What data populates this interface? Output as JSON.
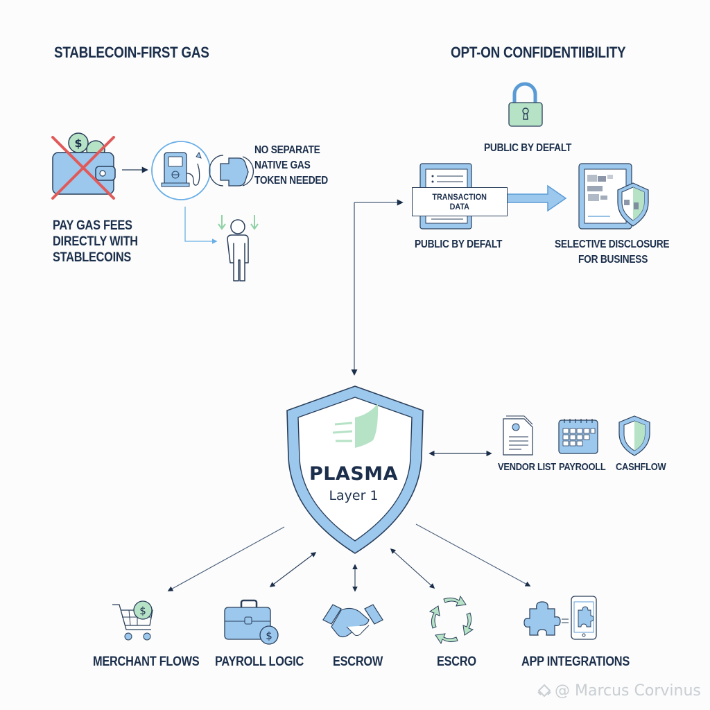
{
  "colors": {
    "navy": "#1b2e4b",
    "blue_fill": "#9cc8ee",
    "blue_stroke": "#5b9bd5",
    "green_fill": "#b6e2c6",
    "red_cross": "#e05a5a",
    "background": "#fbfcfb",
    "watermark": "#c9ced3"
  },
  "left_section": {
    "title": "STABLECOIN-FIRST GAS",
    "icons": [
      "wallet-with-coins-icon",
      "crossed-out-icon",
      "gas-pump-icon",
      "plug-connector-icon",
      "person-icon"
    ],
    "no_token_lines": [
      "NO SEPARATE",
      "NATIVE GAS",
      "TOKEN NEEDED"
    ],
    "pay_gas_lines": [
      "PAY GAS FEES",
      "DIRECTLY WITH",
      "STABLECOINS"
    ]
  },
  "right_section": {
    "title": "OPT-ON CONFIDENTIIBILITY",
    "lock_caption": "PUBLIC BY DEFALT",
    "doc_inner_lines": [
      "TRANSACTION",
      "DATA"
    ],
    "doc_caption": "PUBLIC BY DEFALT",
    "disclosure_lines": [
      "SELECTIVE DISCLOSURE",
      "FOR BUSINESS"
    ]
  },
  "center": {
    "title": "PLASMA",
    "subtitle": "Layer 1"
  },
  "business_items": [
    {
      "label": "VENDOR LIST",
      "icon": "document-icon"
    },
    {
      "label": "PAYROOLL",
      "icon": "calendar-icon"
    },
    {
      "label": "CASHFLOW",
      "icon": "shield-icon"
    }
  ],
  "use_cases": [
    {
      "label": "MERCHANT FLOWS",
      "icon": "shopping-cart-icon"
    },
    {
      "label": "PAYROLL LOGIC",
      "icon": "briefcase-icon"
    },
    {
      "label": "ESCROW",
      "icon": "handshake-icon"
    },
    {
      "label": "ESCRO",
      "icon": "cycle-arrows-icon"
    },
    {
      "label": "APP INTEGRATIONS",
      "icon": "puzzle-phone-icon"
    }
  ],
  "watermark": "@ Marcus Corvinus"
}
